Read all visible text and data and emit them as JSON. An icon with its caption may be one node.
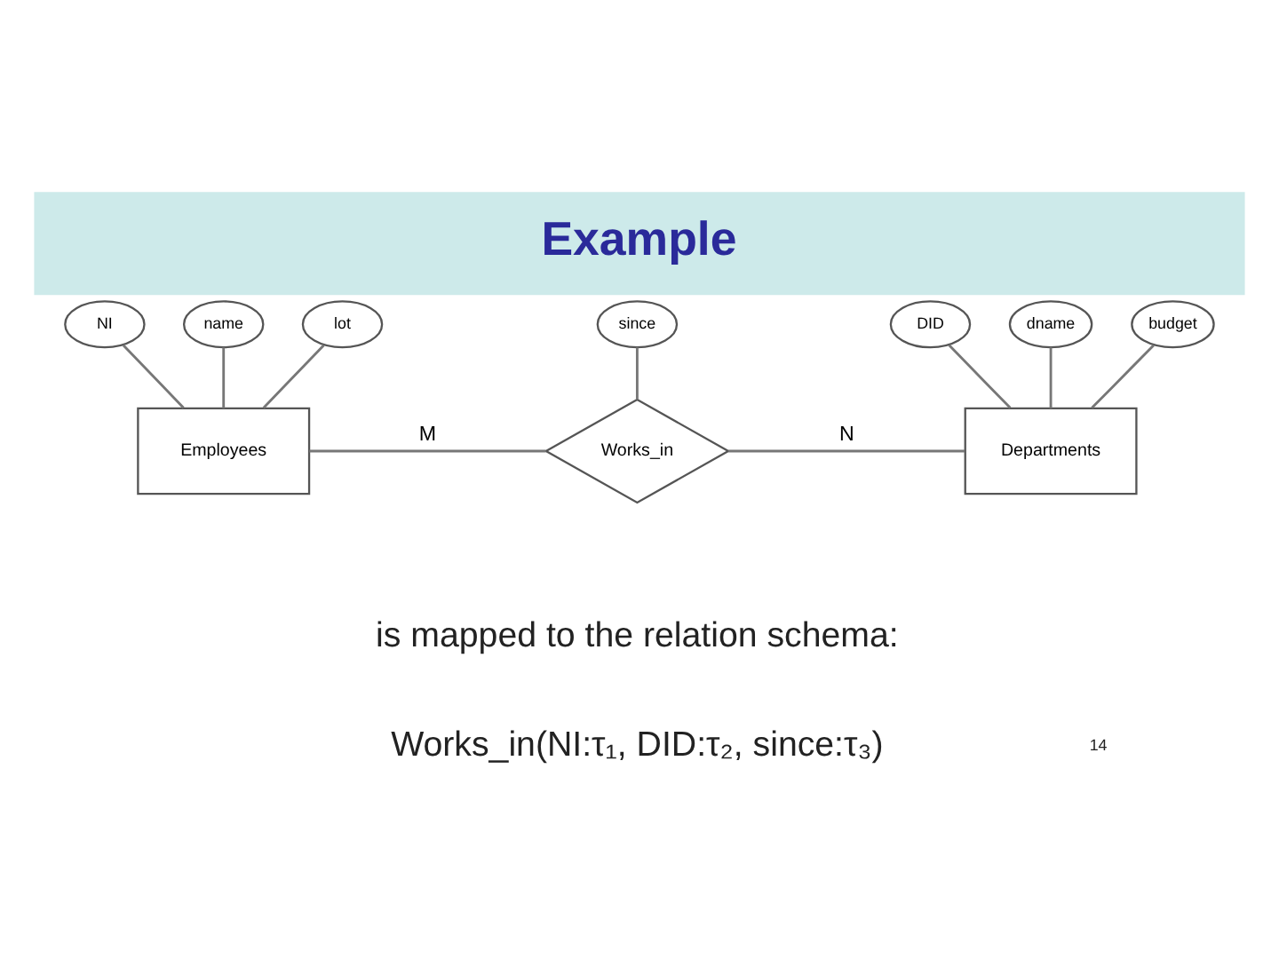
{
  "diagram": {
    "title": "Example",
    "nodes": [
      {
        "text": [
          "NI"
        ]
      },
      {
        "text": [
          "name"
        ]
      },
      {
        "text": [
          "lot"
        ]
      },
      {
        "text": [
          "since"
        ]
      },
      {
        "text": [
          "DID"
        ]
      },
      {
        "text": [
          "dname"
        ]
      },
      {
        "text": [
          "budget"
        ]
      },
      {
        "text": [
          "Employees"
        ]
      },
      {
        "text": [
          "Works_in"
        ]
      },
      {
        "text": [
          "Departments"
        ]
      }
    ],
    "edges": [
      {
        "from": 0,
        "to": 7,
        "arrow": "none"
      },
      {
        "from": 1,
        "to": 7,
        "arrow": "none"
      },
      {
        "from": 2,
        "to": 7,
        "arrow": "none"
      },
      {
        "from": 7,
        "to": 8,
        "arrow": "none",
        "label": "M"
      },
      {
        "from": 3,
        "to": 8,
        "arrow": "none"
      },
      {
        "from": 8,
        "to": 9,
        "arrow": "none",
        "label": "N"
      },
      {
        "from": 4,
        "to": 9,
        "arrow": "none"
      },
      {
        "from": 5,
        "to": 9,
        "arrow": "none"
      },
      {
        "from": 6,
        "to": 9,
        "arrow": "none"
      }
    ],
    "labels": [
      "is mapped to the relation schema:",
      "Works_in(NI:τ₁, DID:τ₂, since:τ₃)",
      "14"
    ]
  }
}
